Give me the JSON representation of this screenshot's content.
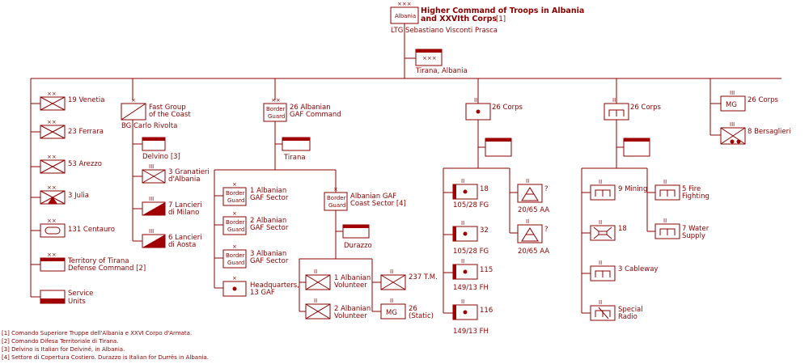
{
  "colors": {
    "ink": "#8b0000",
    "fill": "#a00000"
  },
  "top": {
    "box_label": "Albania",
    "title": "Higher Command of Troops in Albania",
    "title2": "and XXVIth Corps",
    "title_note": "[1]",
    "commander": "LTG Sebastiano Visconti Prasca",
    "hq": "Tirana, Albania"
  },
  "col1": [
    "19 Venetia",
    "23 Ferrara",
    "53 Arezzo",
    "3 Julia",
    "131 Centauro",
    "Territory of Tirana",
    "Defense Command [2]",
    "Service",
    "Units"
  ],
  "col2": {
    "label1": "Fast Group",
    "label2": "of the Coast",
    "commander": "BG Carlo Rivolta",
    "hq": "Delvino [3]",
    "units": [
      "3 Granatieri",
      "d'Albania",
      "7 Lancieri",
      "di Milano",
      "6 Lancieri",
      "di Aosta"
    ]
  },
  "col3": {
    "box1": "Border",
    "box2": "Guard",
    "label1": "26 Albanian",
    "label2": "GAF Command",
    "hq": "Tirana",
    "units": [
      "1 Albanian",
      "GAF Sector",
      "2 Albanian",
      "GAF Sector",
      "3 Albanian",
      "GAF Sector",
      "Headquarters,",
      "13 GAF"
    ],
    "sub1": "Albanian GAF",
    "sub2": "Coast Sector [4]",
    "sub_hq": "Durazzo",
    "sub_units": [
      "1 Albanian",
      "Volunteer",
      "2 Albanian",
      "Volunteer",
      "237 T.M.",
      "26",
      "(Static)"
    ],
    "mg": "MG"
  },
  "col4": {
    "label": "26 Corps",
    "units": [
      "18",
      "105/28 FG",
      "32",
      "105/28 FG",
      "115",
      "149/13 FH",
      "116",
      "149/13 FH",
      "?",
      "20/65 AA",
      "?",
      "20/65 AA"
    ]
  },
  "col5": {
    "label": "26 Corps",
    "units": [
      "9 Mining",
      "18",
      "3 Cableway",
      "Special",
      "Radio",
      "5 Fire",
      "Fighting",
      "7 Water",
      "Supply"
    ]
  },
  "col6": {
    "label": "26 Corps",
    "mg": "MG",
    "unit": "8 Bersaglieri"
  },
  "footnotes": [
    "[1] Comando Superiore Truppe dell'Albania e XXVI Corpo d'Armata.",
    "[2] Comando Difesa Territoriale di Tirana.",
    "[3] Delvino is Italian for Delvinë, in Albania.",
    "[4] Settore di Copertura Costiero. Durazzo is Italian for Durrës in Albania."
  ]
}
